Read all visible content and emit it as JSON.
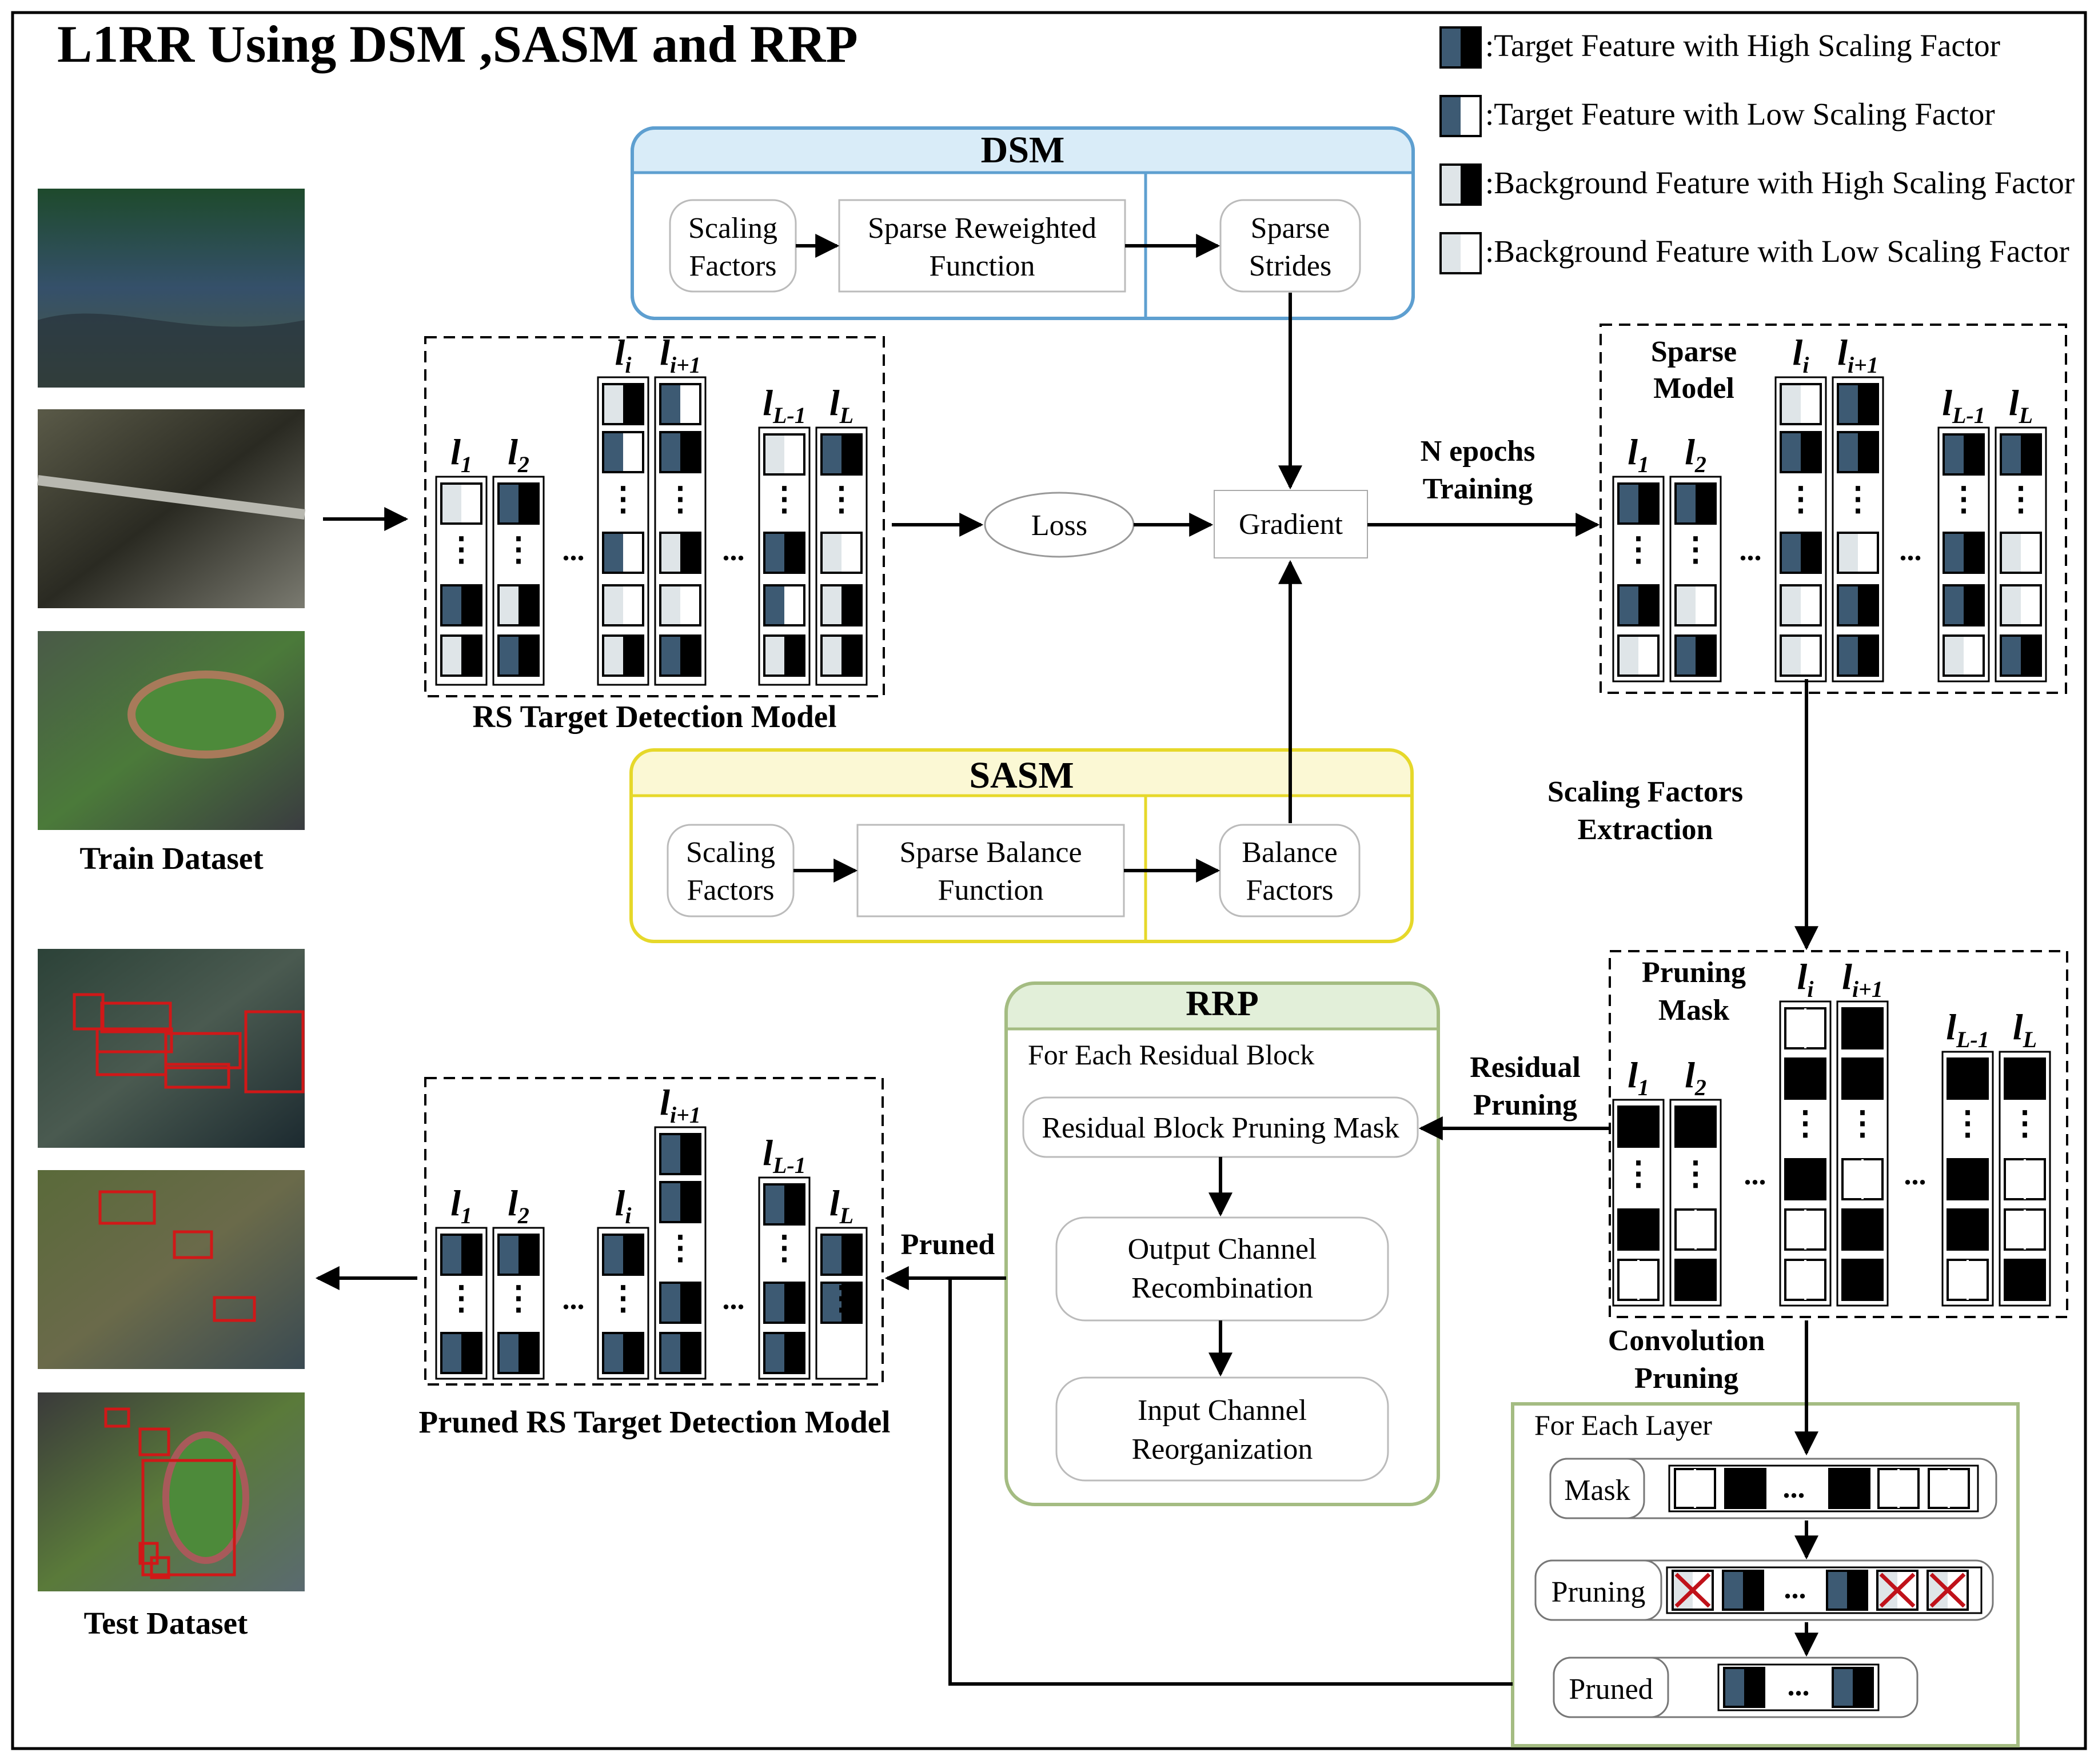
{
  "title": "L1RR Using DSM ,SASM and RRP",
  "legend": [
    ":Target Feature with High Scaling Factor",
    ":Target Feature with Low Scaling Factor",
    ":Background Feature with High Scaling Factor",
    ":Background Feature with Low Scaling Factor"
  ],
  "colors": {
    "target": "#3d5a73",
    "dark": "#000000",
    "background": "#dfe5e8",
    "white": "#ffffff",
    "dsm": "#5e9fd0",
    "dsm_fill": "#d9ecf8",
    "sasm": "#e6d82a",
    "sasm_fill": "#fbf8d4",
    "rrp": "#a4bc82",
    "rrp_fill": "#e2efd9",
    "red": "#c0121a"
  },
  "datasets": {
    "train": "Train Dataset",
    "test": "Test Dataset"
  },
  "dsm": {
    "title": "DSM",
    "scaling": [
      "Scaling",
      "Factors"
    ],
    "function": [
      "Sparse Reweighted",
      "Function"
    ],
    "strides": [
      "Sparse",
      "Strides"
    ]
  },
  "sasm": {
    "title": "SASM",
    "scaling": [
      "Scaling",
      "Factors"
    ],
    "function": [
      "Sparse Balance",
      "Function"
    ],
    "factors": [
      "Balance",
      "Factors"
    ]
  },
  "loss": "Loss",
  "gradient": "Gradient",
  "n_epochs": [
    "N epochs",
    "Training"
  ],
  "sparse_model": [
    "Sparse",
    "Model"
  ],
  "scaling_extraction": [
    "Scaling Factors",
    "Extraction"
  ],
  "pruning_mask": [
    "Pruning",
    "Mask"
  ],
  "residual_pruning": [
    "Residual",
    "Pruning"
  ],
  "convolution_pruning": [
    "Convolution",
    "Pruning"
  ],
  "pruned_label": "Pruned",
  "rs_model": "RS Target Detection Model",
  "pruned_model": "Pruned RS Target Detection Model",
  "rrp": {
    "title": "RRP",
    "subtitle": "For Each Residual Block",
    "mask": "Residual Block Pruning Mask",
    "output": [
      "Output Channel",
      "Recombination"
    ],
    "input": [
      "Input Channel",
      "Reorganization"
    ]
  },
  "layer": {
    "title": "For Each Layer",
    "mask": "Mask",
    "pruning": "Pruning",
    "pruned": "Pruned"
  },
  "layer_labels": {
    "l1": "l",
    "l1_sub": "1",
    "l2": "l",
    "l2_sub": "2",
    "li": "l",
    "li_sub": "i",
    "li1": "l",
    "li1_sub": "i+1",
    "lL1": "l",
    "lL1_sub": "L-1",
    "lL": "l",
    "lL_sub": "L"
  },
  "dots": "...",
  "vdots": "⋮"
}
